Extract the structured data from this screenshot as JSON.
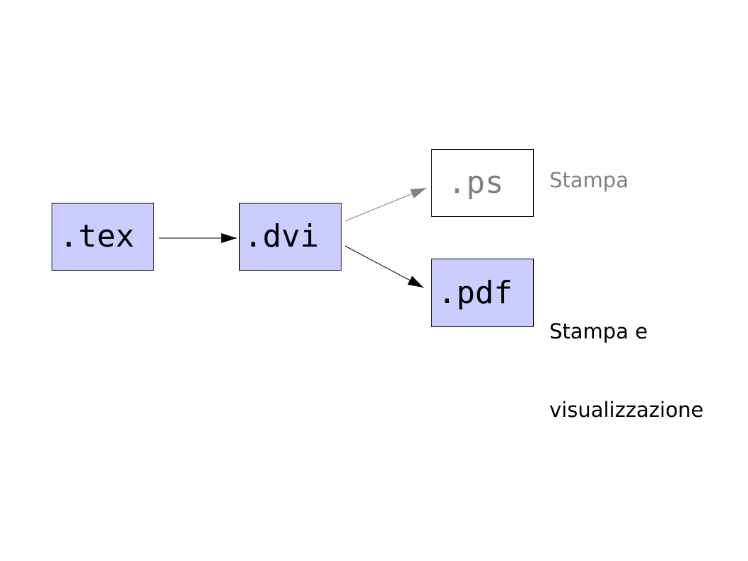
{
  "nodes": {
    "tex": {
      "label": ".tex"
    },
    "dvi": {
      "label": ".dvi"
    },
    "ps": {
      "label": ".ps"
    },
    "pdf": {
      "label": ".pdf"
    }
  },
  "notes": {
    "ps": "Stampa",
    "pdf_line1": "Stampa e",
    "pdf_line2": "visualizzazione"
  },
  "colors": {
    "node_fill": "#ccccff",
    "muted": "#808080",
    "ink": "#000000"
  }
}
